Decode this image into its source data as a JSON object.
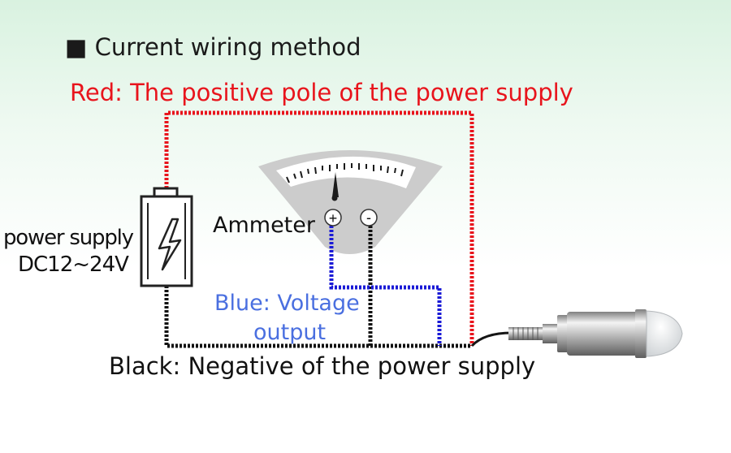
{
  "title": "Current wiring method",
  "title_bullet": "■",
  "wires": {
    "red_label": "Red: The positive pole of the power supply",
    "blue_label_line1": "Blue: Voltage",
    "blue_label_line2": "output",
    "black_label": "Black: Negative of the power supply"
  },
  "power_supply": {
    "label_line1": "power supply",
    "label_line2": "DC12~24V"
  },
  "ammeter": {
    "label": "Ammeter",
    "plus_terminal": "+",
    "minus_terminal": "-"
  },
  "colors": {
    "red": "#e8141c",
    "blue": "#1a1ad6",
    "black": "#111111",
    "blue_text": "#4a6fe0"
  },
  "icons": [
    "lightning-icon",
    "ammeter-icon",
    "sensor-icon"
  ]
}
